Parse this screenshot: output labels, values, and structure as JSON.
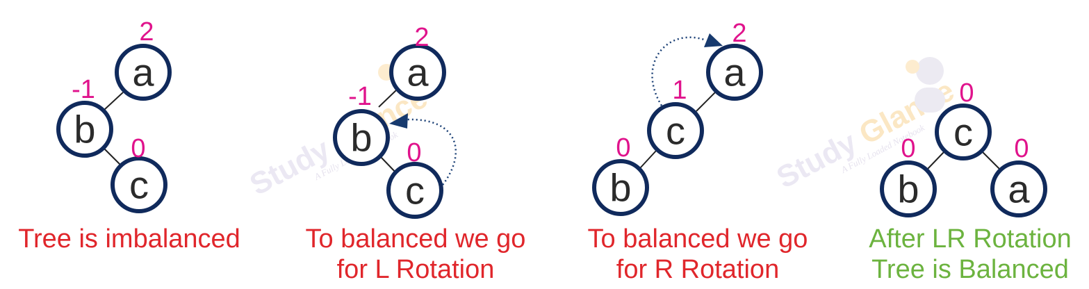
{
  "watermark": {
    "brand_word1": "Study",
    "brand_word2": "Glance",
    "tagline": "A Fully Loaded Notebook"
  },
  "colors": {
    "node_stroke": "#102a5c",
    "balance_factor": "#e0138c",
    "caption_imbalanced": "#e0262b",
    "caption_balanced": "#6cb33f",
    "arrow": "#173a6e"
  },
  "panels": [
    {
      "caption": [
        "Tree is imbalanced"
      ],
      "nodes": [
        {
          "label": "a",
          "bf": "2"
        },
        {
          "label": "b",
          "bf": "-1"
        },
        {
          "label": "c",
          "bf": "0"
        }
      ]
    },
    {
      "caption": [
        "To balanced we go",
        "for L Rotation"
      ],
      "nodes": [
        {
          "label": "a",
          "bf": "2"
        },
        {
          "label": "b",
          "bf": "-1"
        },
        {
          "label": "c",
          "bf": "0"
        }
      ]
    },
    {
      "caption": [
        "To balanced we go",
        "for R Rotation"
      ],
      "nodes": [
        {
          "label": "a",
          "bf": "2"
        },
        {
          "label": "c",
          "bf": "1"
        },
        {
          "label": "b",
          "bf": "0"
        }
      ]
    },
    {
      "caption": [
        "After LR Rotation",
        "Tree is Balanced"
      ],
      "nodes": [
        {
          "label": "c",
          "bf": "0"
        },
        {
          "label": "b",
          "bf": "0"
        },
        {
          "label": "a",
          "bf": "0"
        }
      ]
    }
  ]
}
